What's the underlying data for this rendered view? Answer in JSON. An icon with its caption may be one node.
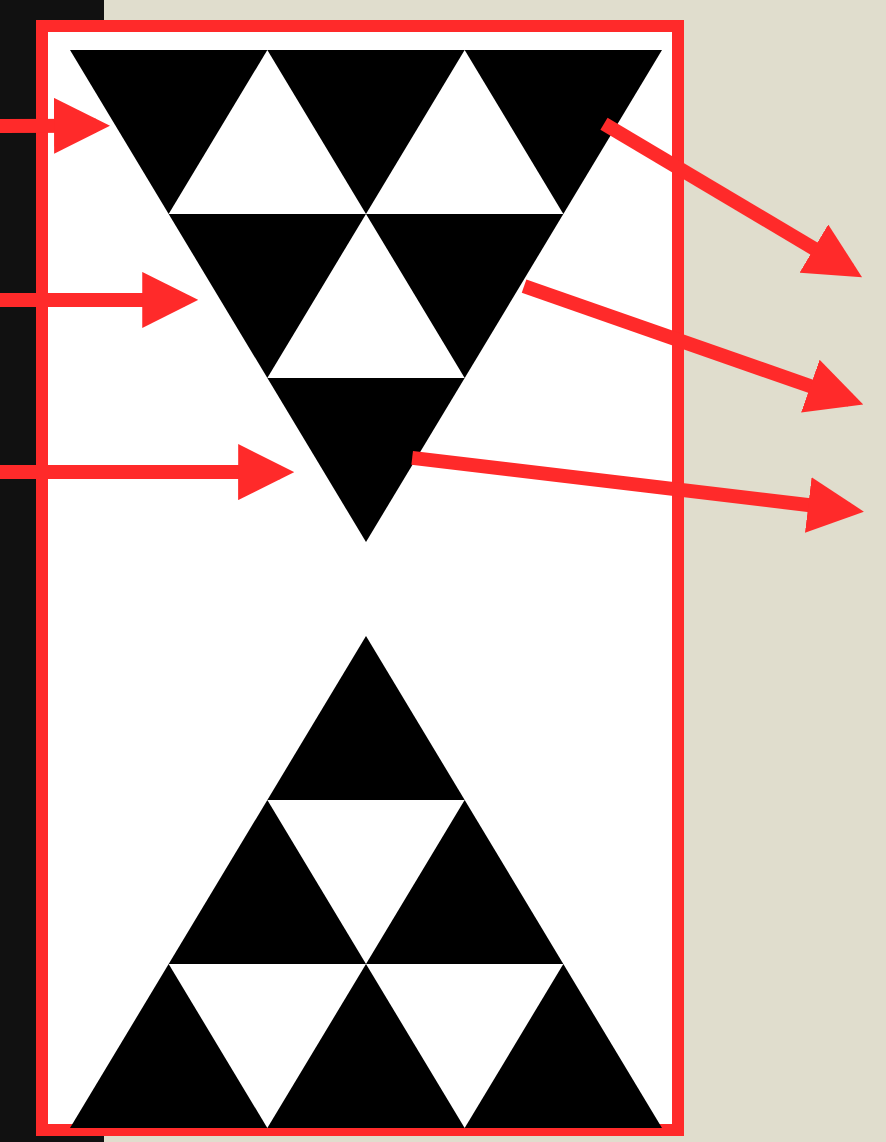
{
  "diagram": {
    "nodes": [
      {
        "text": [],
        "shape": "box"
      },
      {
        "text": [],
        "shape": "picture",
        "in": 0
      },
      {
        "text": [],
        "shape": "picture",
        "in": 0
      }
    ],
    "edges": [
      {
        "from": null,
        "to": 1,
        "arrow": "to"
      },
      {
        "from": null,
        "to": 1,
        "arrow": "to"
      },
      {
        "from": null,
        "to": 1,
        "arrow": "to"
      },
      {
        "from": 1,
        "to": null,
        "arrow": "to"
      },
      {
        "from": 1,
        "to": null,
        "arrow": "to"
      },
      {
        "from": 1,
        "to": null,
        "arrow": "to"
      }
    ]
  }
}
